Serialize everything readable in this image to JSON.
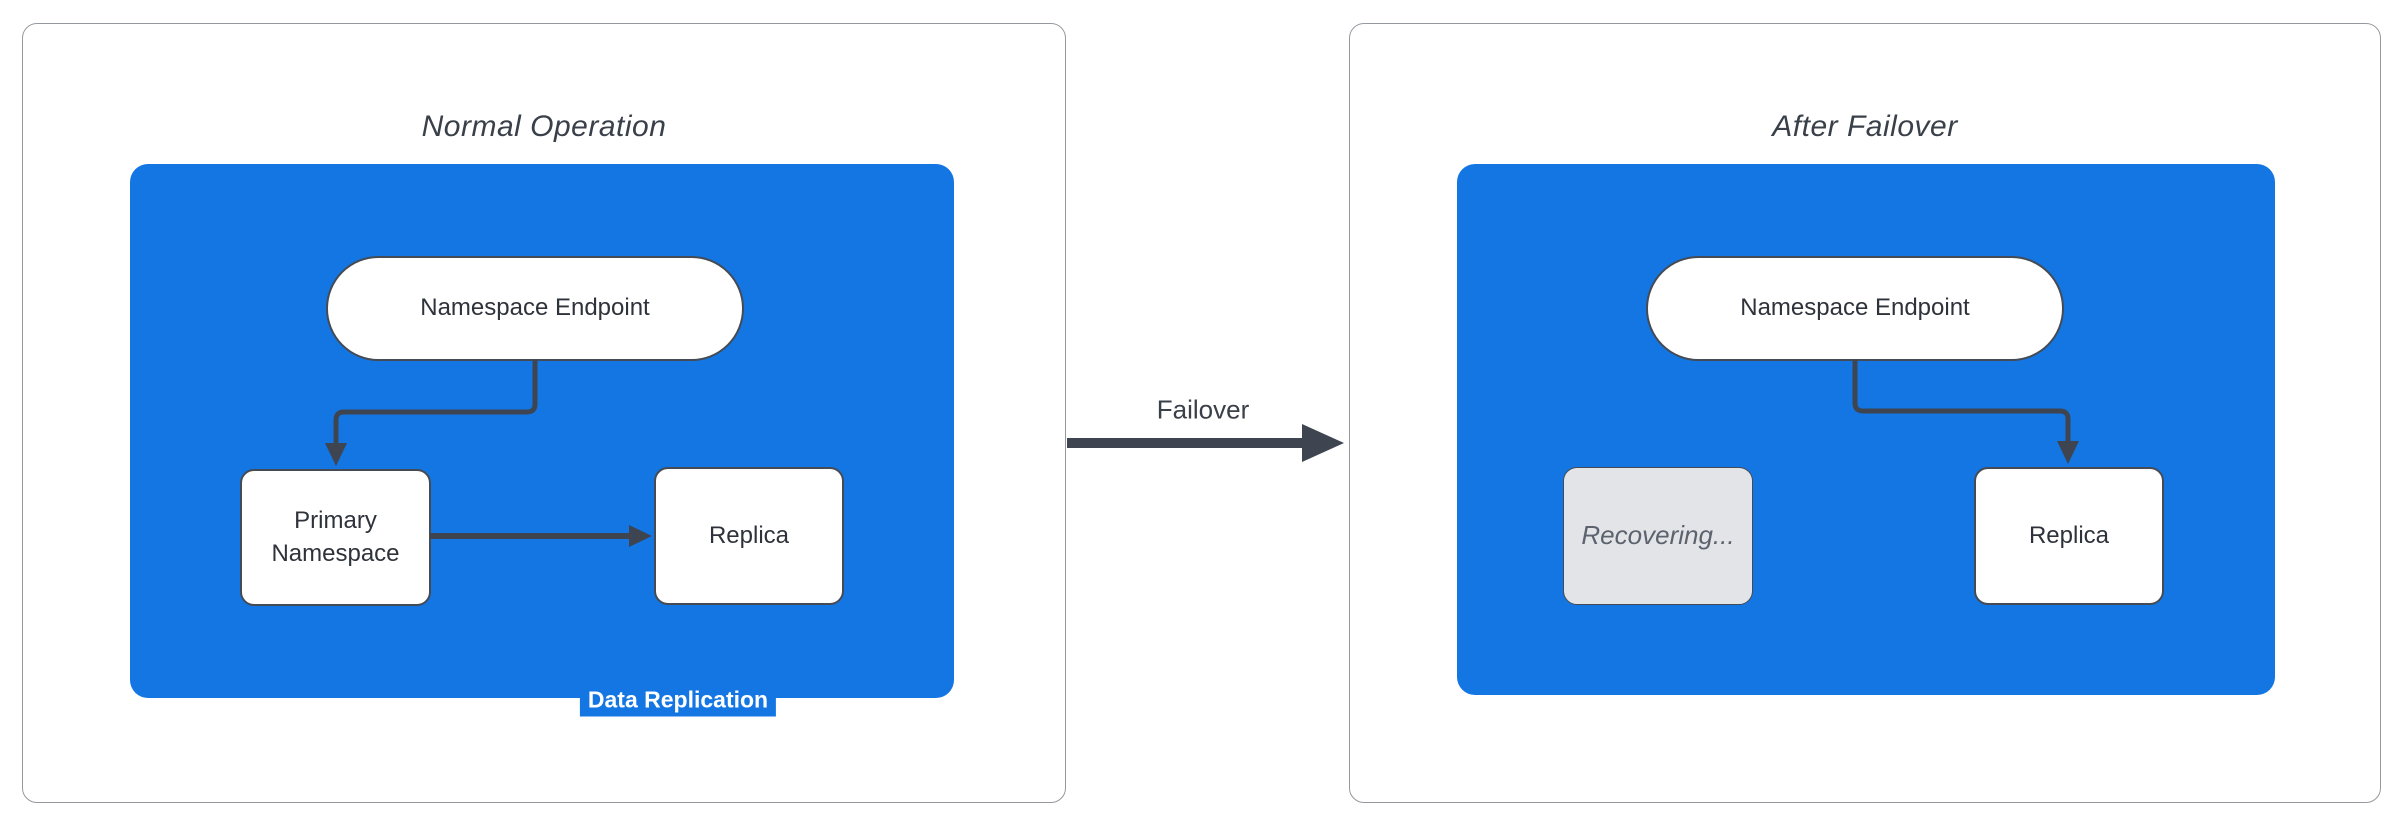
{
  "colors": {
    "blue": "#1376E3",
    "connector": "#3E4551",
    "node_border": "#444B54",
    "panel_border": "#95999E",
    "muted_fill": "#E3E4E8",
    "muted_text": "#5C636E",
    "title_text": "#3A4049",
    "node_text": "#2E333B"
  },
  "panels": {
    "left": {
      "title": "Normal Operation",
      "endpoint": "Namespace Endpoint",
      "primary": "Primary Namespace",
      "replica": "Replica",
      "replication_label": "Data Replication"
    },
    "right": {
      "title": "After Failover",
      "endpoint": "Namespace Endpoint",
      "recovering": "Recovering...",
      "replica": "Replica"
    }
  },
  "transition": {
    "label": "Failover"
  }
}
